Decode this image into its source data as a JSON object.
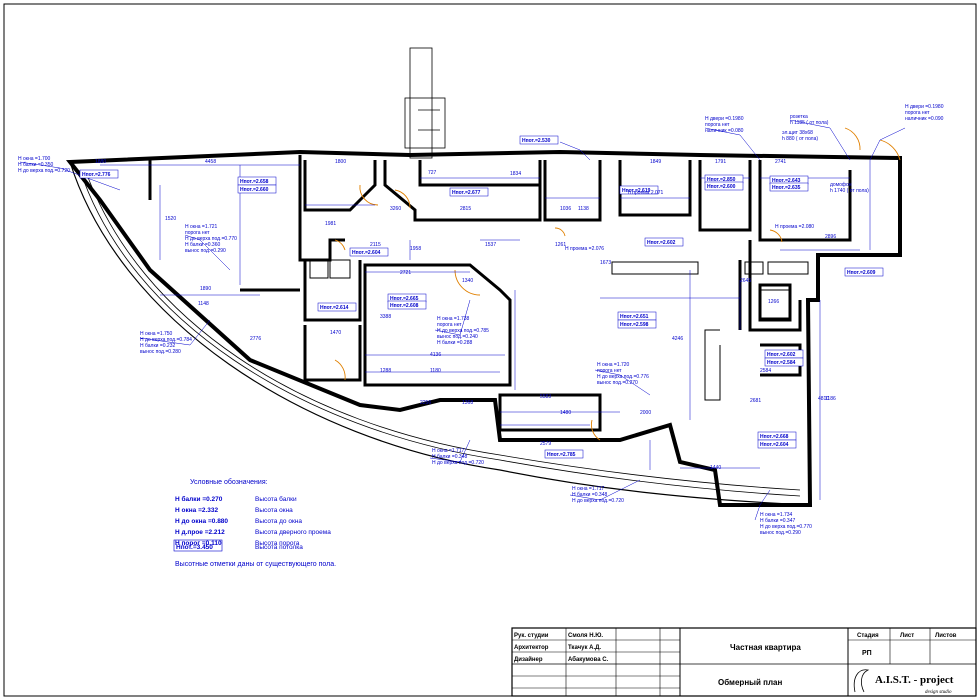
{
  "legend": {
    "title": "Условные обозначения:",
    "items": [
      {
        "code": "Н балки =0.270",
        "desc": "Высота балки"
      },
      {
        "code": "Н окна =2.332",
        "desc": "Высота окна"
      },
      {
        "code": "Н до окна =0.880",
        "desc": "Высота до окна"
      },
      {
        "code": "Н д.прое =2.212",
        "desc": "Высота дверного проема"
      },
      {
        "code": "Н порог =0.110",
        "desc": "Высота порога"
      },
      {
        "code": "Нпот.=3.450",
        "desc": "Высота потолка"
      }
    ],
    "note": "Высотные отметки даны от существующего пола."
  },
  "ceiling_tags": [
    "Нпот.=2.776",
    "Нпот.=2.530",
    "Нпот.=2.658",
    "Нпот.=2.660",
    "Нпот.=2.677",
    "Нпот.=2.850",
    "Нпот.=2.600",
    "Нпот.=2.619",
    "Нпот.=2.643",
    "Нпот.=2.635",
    "Нпот.=2.604",
    "Нпот.=2.602",
    "Нпот.=2.614",
    "Нпот.=2.665",
    "Нпот.=2.608",
    "Нпот.=2.651",
    "Нпот.=2.598",
    "Нпот.=2.609",
    "Нпот.=2.602",
    "Нпот.=2.584",
    "Нпот.=2.785",
    "Нпот.=2.668",
    "Нпот.=2.604"
  ],
  "dimensions": [
    "1880",
    "4458",
    "1800",
    "1834",
    "1849",
    "1791",
    "2741",
    "727",
    "2815",
    "1036",
    "1138",
    "2115",
    "1537",
    "2721",
    "1340",
    "1673",
    "1890",
    "3388",
    "1470",
    "1148",
    "4136",
    "1288",
    "1180",
    "2256",
    "1368",
    "5583",
    "1480",
    "2000",
    "2579",
    "1440",
    "2681",
    "1186",
    "4246",
    "2645",
    "2584",
    "4810",
    "3260",
    "1958",
    "1266",
    "2776",
    "1520",
    "2896",
    "1261",
    "1981"
  ],
  "annotations": [
    "H окна =1.700\nH балки =0.350\nH до верха под.=0.720",
    "H окна =1.721\nпорога нет\nH до верха под.=0.770\nH балки =0.360\nвынос под.=0.290",
    "H окна =1.750\nH до верха под.=0.784\nH балки =0.232\nвынос под.=0.280",
    "H окна =1.738\nпорога нет\nH до верха под.=0.785\nвынос под.=0.240\nH балки =0.288",
    "H окна =1.720\nпорога нет\nH до верха под.=0.776\nвынос под.=0.270",
    "H окна =1.717\nH балки =0.348\nH до верха под.=0.720",
    "H окна =1.717\nH балки =0.348\nH до верха под.=0.720",
    "H окна =1.734\nH балки =0.347\nH до верха под.=0.770\nвынос под.=0.290",
    "H двери =0.1980\nпорога нет\nналичник =0.080",
    "H двери =0.1980\nпорога нет\nналичник =0.090",
    "розетка\nh 1185 ( от пола)",
    "эл.щит 38х68\nh 880 ( от пола)",
    "домофон\nh 1740 ( от пола)",
    "H проема =2.076",
    "h проема 2.071",
    "H проема =2.080"
  ],
  "title_block": {
    "rows": [
      {
        "role": "Рук. студии",
        "name": "Смоля Н.Ю."
      },
      {
        "role": "Архитектор",
        "name": "Ткачук А.Д."
      },
      {
        "role": "Дизайнер",
        "name": "Абакумова С."
      }
    ],
    "project": "Частная квартира",
    "sheet_title": "Обмерный план",
    "headers": [
      "Стадия",
      "Лист",
      "Листов"
    ],
    "stage": "РП",
    "company": "A.I.S.T. - project",
    "company_sub": "design studio"
  }
}
